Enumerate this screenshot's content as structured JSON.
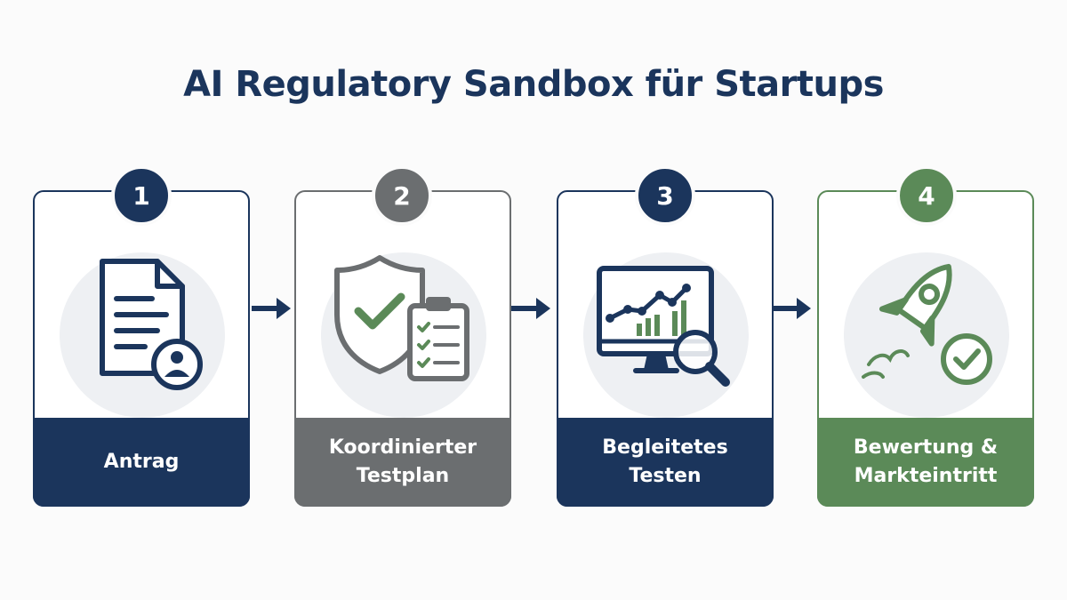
{
  "title": "AI Regulatory Sandbox für Startups",
  "colors": {
    "navy": "#1b355c",
    "gray": "#6b6e70",
    "green": "#5b8a58"
  },
  "steps": [
    {
      "number": "1",
      "label": "Antrag",
      "icon": "document-user-icon",
      "color": "navy"
    },
    {
      "number": "2",
      "label": "Koordinierter\nTestplan",
      "icon": "shield-checklist-icon",
      "color": "gray"
    },
    {
      "number": "3",
      "label": "Begleitetes\nTesten",
      "icon": "monitor-chart-magnifier-icon",
      "color": "navy"
    },
    {
      "number": "4",
      "label": "Bewertung &\nMarkteintritt",
      "icon": "rocket-check-icon",
      "color": "green"
    }
  ]
}
